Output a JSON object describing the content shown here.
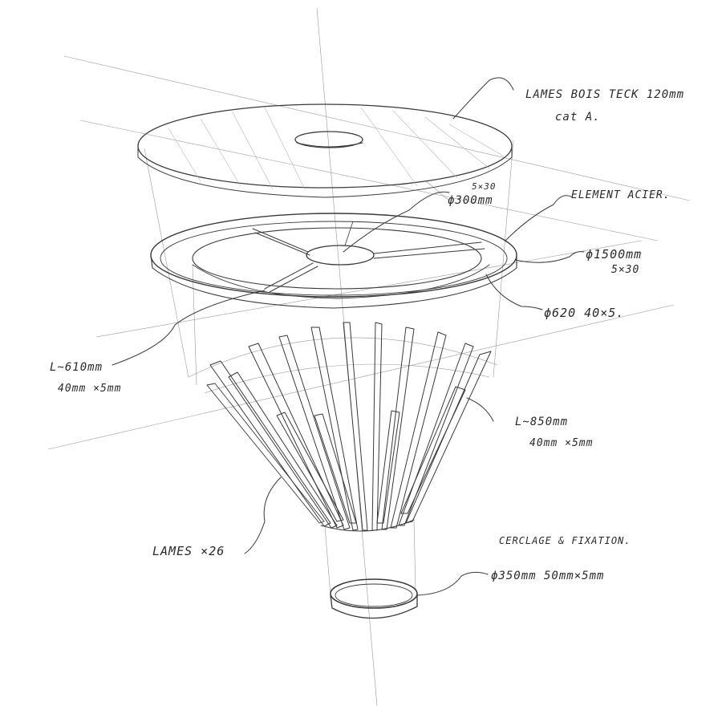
{
  "annotations": {
    "top_disc_line1": "LAMES BOIS TECK 120mm",
    "top_disc_line2": "cat A.",
    "hub_section": "5×30",
    "hub_diameter": "ϕ300mm",
    "steel_element": "ELEMENT ACIER.",
    "outer_ring_diameter": "ϕ1500mm",
    "outer_ring_section": "5×30",
    "inner_ring": "ϕ620  40×5.",
    "short_slat_length": "L~610mm",
    "short_slat_section": "40mm ×5mm",
    "long_slat_length": "L~850mm",
    "long_slat_section": "40mm ×5mm",
    "slats_count": "LAMES ×26",
    "collar_title": "CERCLAGE & FIXATION.",
    "collar_spec": "ϕ350mm  50mm×5mm"
  },
  "colors": {
    "ink": "#3a3a3a",
    "construction": "#9a9a9a",
    "paper": "#ffffff"
  }
}
